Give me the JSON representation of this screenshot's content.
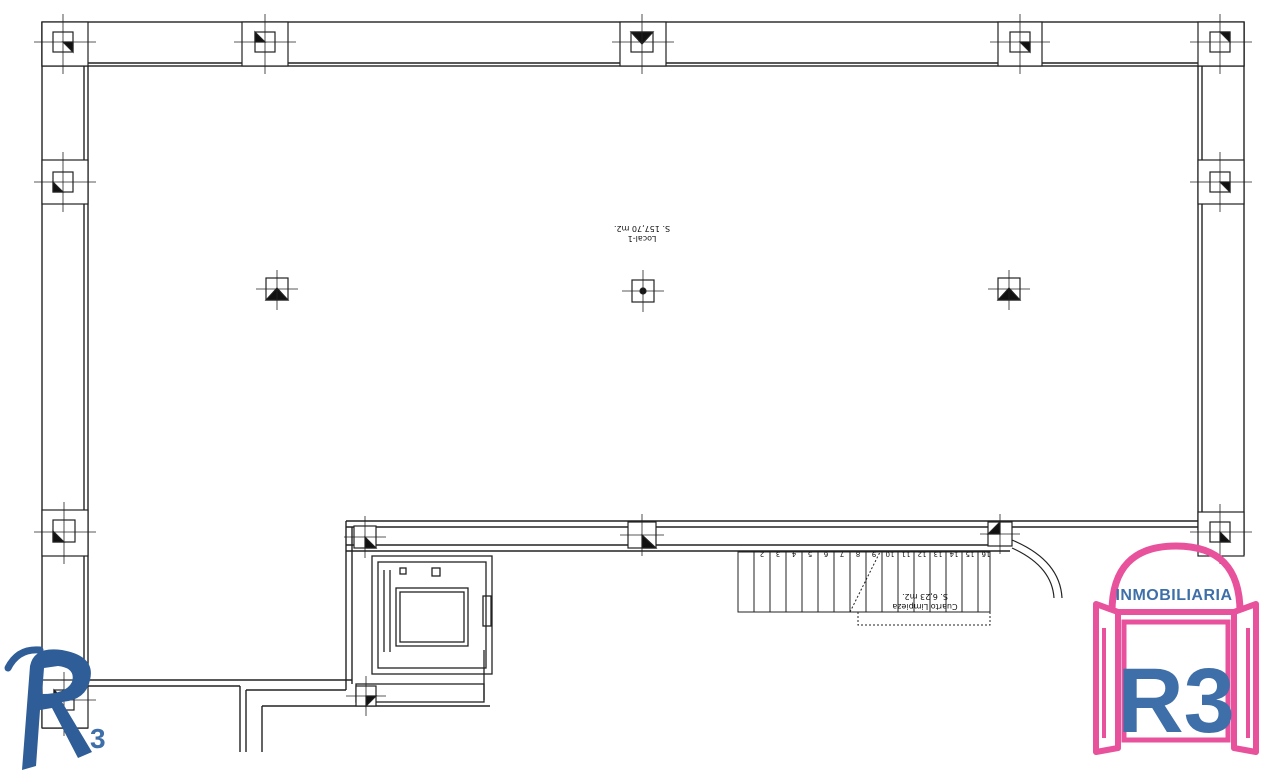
{
  "plan": {
    "main_room": {
      "name": "Local-1",
      "surface": "S. 157,70 m2."
    },
    "cleaning_room": {
      "name": "Cuarto Limpieza",
      "surface": "S. 6,23 m2."
    },
    "stair_steps": [
      "16",
      "15",
      "14",
      "13",
      "12",
      "11",
      "10",
      "9",
      "8",
      "7",
      "6",
      "5",
      "4",
      "3",
      "2"
    ]
  },
  "logo_left": {
    "letter": "R",
    "subscript": "3",
    "color": "#2f5d97"
  },
  "logo_right": {
    "word": "INMOBILIARIA",
    "mark": "R3",
    "frame_color": "#e8519b",
    "text_color": "#3e6fa8"
  }
}
